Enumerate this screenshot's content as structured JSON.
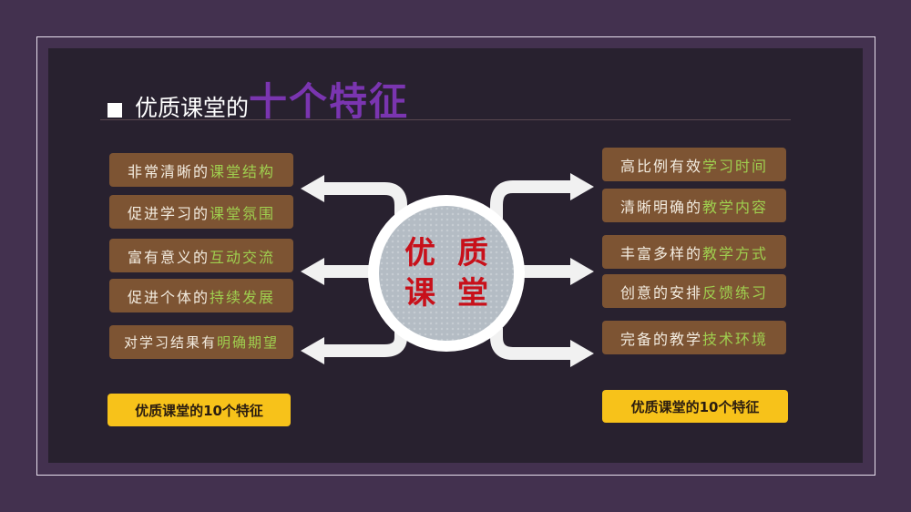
{
  "title": {
    "prefix": "优质课堂的",
    "highlight": "十个特征"
  },
  "center": {
    "chars": [
      "优",
      "质",
      "课",
      "堂"
    ]
  },
  "left_items": [
    {
      "plain": "非常清晰的",
      "highlight": "课堂结构"
    },
    {
      "plain": "促进学习的",
      "highlight": "课堂氛围"
    },
    {
      "plain": "富有意义的",
      "highlight": "互动交流"
    },
    {
      "plain": "促进个体的",
      "highlight": "持续发展"
    },
    {
      "plain": "对学习结果有",
      "highlight": "明确期望"
    }
  ],
  "right_items": [
    {
      "plain": "高比例有效",
      "highlight": "学习时间"
    },
    {
      "plain": "清晰明确的",
      "highlight": "教学内容"
    },
    {
      "plain": "丰富多样的",
      "highlight": "教学方式"
    },
    {
      "plain": "创意的安排",
      "highlight": "反馈练习"
    },
    {
      "plain": "完备的教学",
      "highlight": "技术环境"
    }
  ],
  "buttons": {
    "left": "优质课堂的10个特征",
    "right": "优质课堂的10个特征"
  },
  "colors": {
    "accent": "#7a35b0",
    "highlight": "#9fcf4f",
    "box": "#7d5433",
    "button": "#f7c21a",
    "center_text": "#c8101a"
  }
}
